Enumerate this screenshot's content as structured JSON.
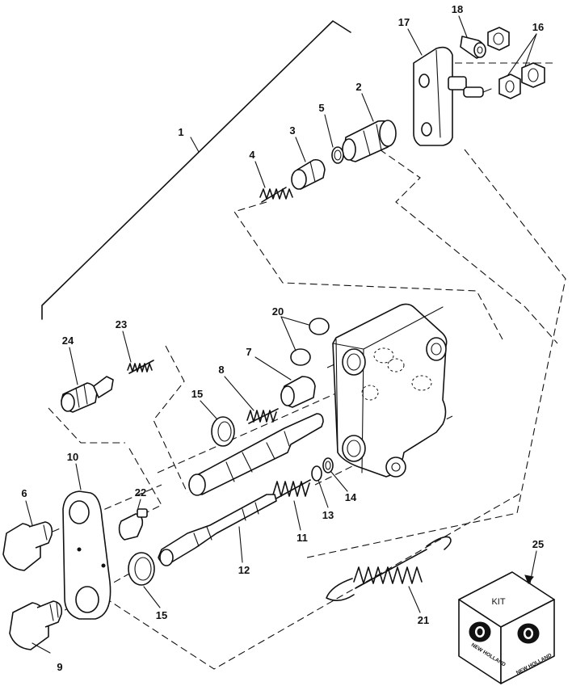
{
  "callouts": [
    {
      "id": "c1",
      "label": "1"
    },
    {
      "id": "c2",
      "label": "2"
    },
    {
      "id": "c3",
      "label": "3"
    },
    {
      "id": "c4",
      "label": "4"
    },
    {
      "id": "c5",
      "label": "5"
    },
    {
      "id": "c6",
      "label": "6"
    },
    {
      "id": "c7",
      "label": "7"
    },
    {
      "id": "c8",
      "label": "8"
    },
    {
      "id": "c9",
      "label": "9"
    },
    {
      "id": "c10",
      "label": "10"
    },
    {
      "id": "c11",
      "label": "11"
    },
    {
      "id": "c12",
      "label": "12"
    },
    {
      "id": "c13",
      "label": "13"
    },
    {
      "id": "c14",
      "label": "14"
    },
    {
      "id": "c15a",
      "label": "15"
    },
    {
      "id": "c15b",
      "label": "15"
    },
    {
      "id": "c16",
      "label": "16"
    },
    {
      "id": "c17",
      "label": "17"
    },
    {
      "id": "c18",
      "label": "18"
    },
    {
      "id": "c20",
      "label": "20"
    },
    {
      "id": "c21",
      "label": "21"
    },
    {
      "id": "c22",
      "label": "22"
    },
    {
      "id": "c23",
      "label": "23"
    },
    {
      "id": "c24",
      "label": "24"
    },
    {
      "id": "c25",
      "label": "25"
    }
  ],
  "kit_box": {
    "label": "KIT",
    "brand_left": "NEW HOLLAND",
    "brand_right": "NEW HOLLAND"
  }
}
